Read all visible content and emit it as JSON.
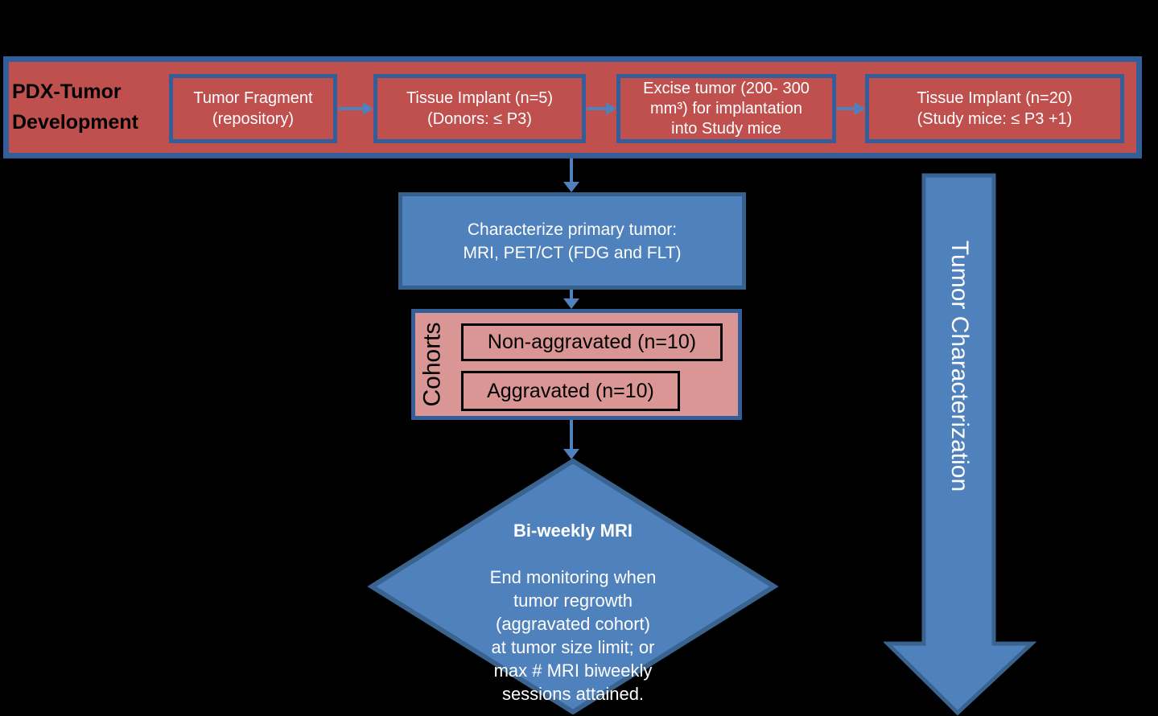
{
  "colors": {
    "background": "#000000",
    "banner_fill": "#c0504d",
    "banner_border": "#335e99",
    "blue_fill": "#4f81bd",
    "blue_border": "#36618e",
    "pink_fill": "#d99694",
    "arrow_blue": "#4f81bd",
    "text_white": "#ffffff",
    "text_black": "#000000"
  },
  "banner": {
    "title": "PDX-Tumor\nDevelopment",
    "boxes": [
      {
        "label": "Tumor Fragment\n(repository)"
      },
      {
        "label": "Tissue Implant (n=5)\n(Donors: ≤ P3)"
      },
      {
        "label": "Excise tumor (200- 300\nmm³) for implantation\ninto Study mice"
      },
      {
        "label": "Tissue Implant (n=20)\n(Study mice: ≤ P3 +1)"
      }
    ]
  },
  "characterize_box": {
    "label": "Characterize primary tumor:\nMRI, PET/CT (FDG and FLT)"
  },
  "cohorts": {
    "label": "Cohorts",
    "items": [
      "Non-aggravated (n=10)",
      "Aggravated (n=10)"
    ]
  },
  "decision_diamond": {
    "title": "Bi-weekly MRI",
    "body": "End monitoring when\ntumor regrowth\n(aggravated cohort)\nat tumor size limit; or\nmax # MRI biweekly\nsessions attained."
  },
  "side_arrow": {
    "label": "Tumor Characterization"
  }
}
